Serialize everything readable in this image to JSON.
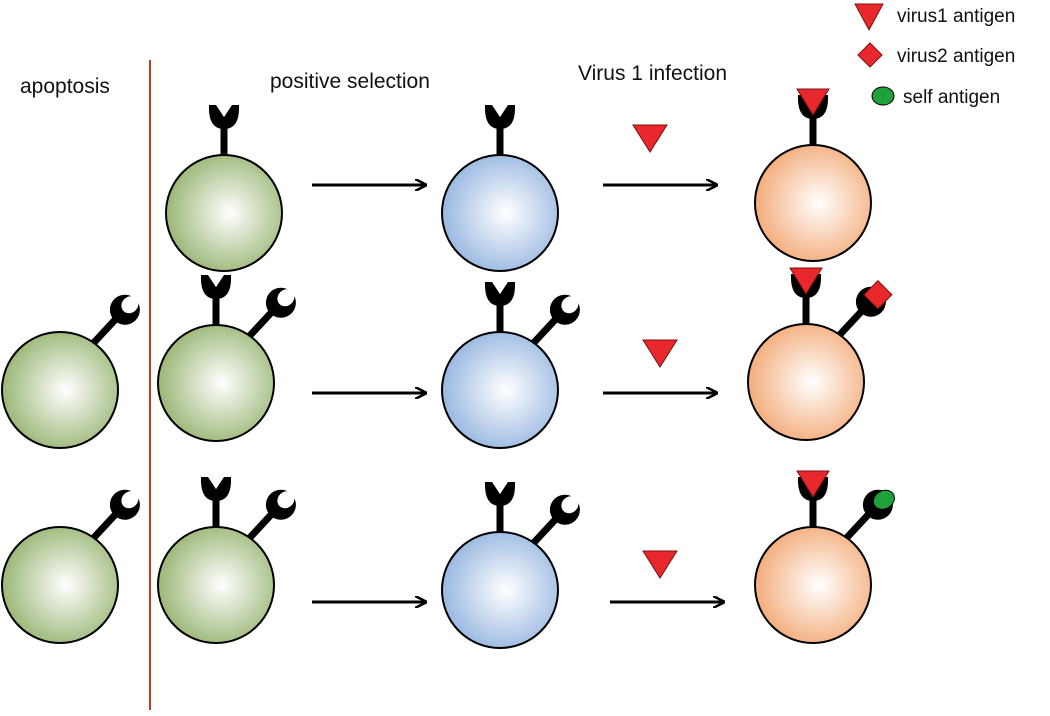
{
  "labels": {
    "apoptosis": "apoptosis",
    "positive_selection": "positive selection",
    "virus1_infection": "Virus 1 infection"
  },
  "legend": {
    "virus1": "virus1 antigen",
    "virus2": "virus2 antigen",
    "self": "self antigen"
  },
  "colors": {
    "cell_immature": "#92b06a",
    "cell_selected": "#8fb1de",
    "cell_activated": "#f2a56f",
    "antigen_virus1": "#e8282d",
    "antigen_virus2": "#e8282d",
    "antigen_self": "#1fa03b",
    "divider": "#c0391b",
    "receptor": "#000000",
    "arrow": "#000000"
  },
  "icons": [
    "virus1-antigen-triangle",
    "virus2-antigen-diamond",
    "self-antigen-oval",
    "antibody-receptor",
    "vertical-divider-line"
  ]
}
